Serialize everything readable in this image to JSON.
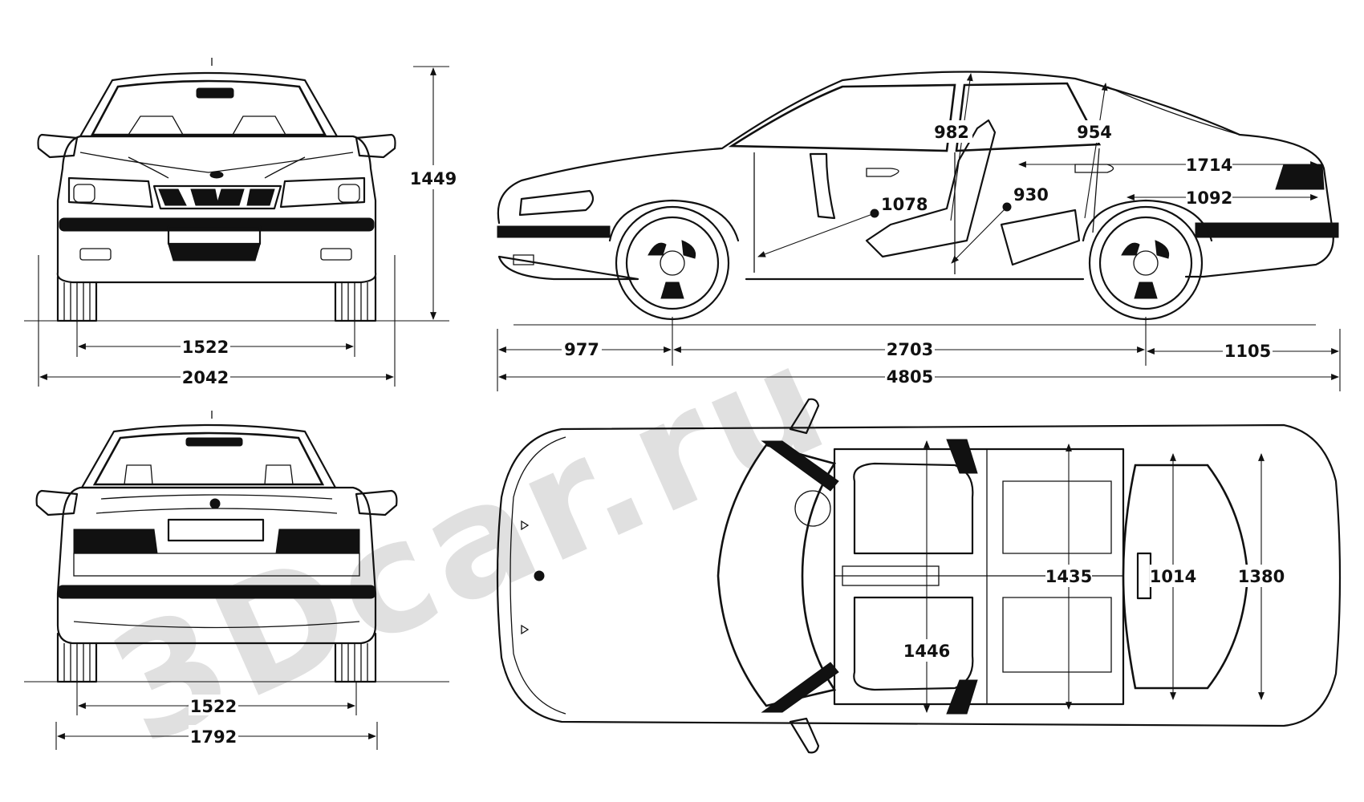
{
  "watermark": {
    "text": "3Dcar.ru",
    "color": "#c8c8c8"
  },
  "front_view": {
    "height_label": "1449",
    "track_label": "1522",
    "width_label": "2042"
  },
  "rear_view": {
    "track_label": "1522",
    "width_label": "1792"
  },
  "side_view": {
    "front_overhang_label": "977",
    "wheelbase_label": "2703",
    "rear_overhang_label": "1105",
    "length_label": "4805",
    "front_headroom_label": "982",
    "rear_headroom_label": "954",
    "front_legroom_label": "1078",
    "rear_legroom_label": "930",
    "trunk_length_label": "1714",
    "trunk_floor_label": "1092"
  },
  "top_view": {
    "front_shoulder_label": "1446",
    "rear_shoulder_label": "1435",
    "trunk_opening_label": "1014",
    "trunk_width_label": "1380"
  }
}
